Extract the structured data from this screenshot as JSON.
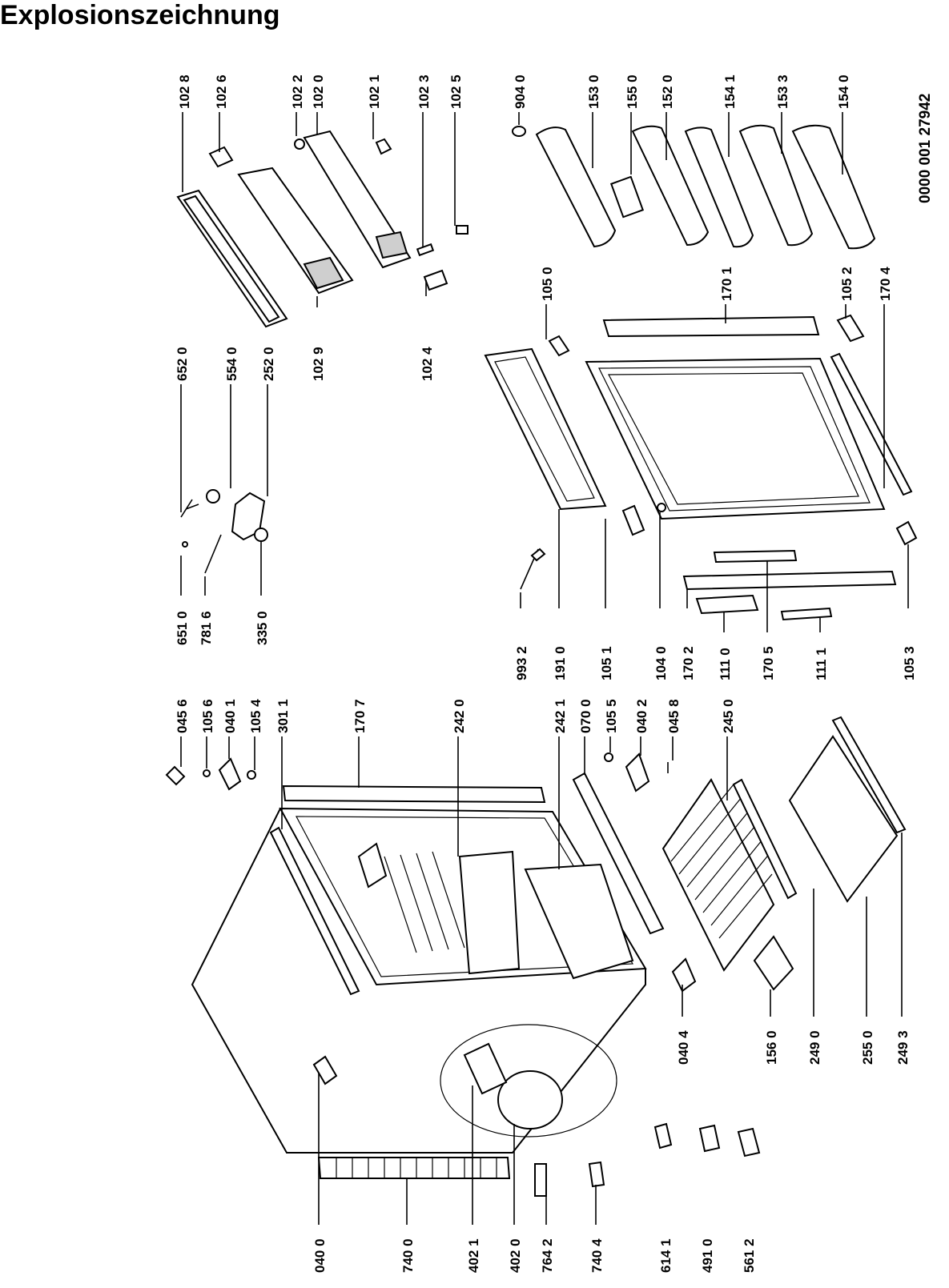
{
  "title": "Explosionszeichnung",
  "document_number": "0000 001 27942",
  "labels": [
    {
      "id": "l1028",
      "text": "102 8"
    },
    {
      "id": "l1026",
      "text": "102 6"
    },
    {
      "id": "l1022",
      "text": "102 2"
    },
    {
      "id": "l1020",
      "text": "102 0"
    },
    {
      "id": "l1021",
      "text": "102 1"
    },
    {
      "id": "l1023",
      "text": "102 3"
    },
    {
      "id": "l1025",
      "text": "102 5"
    },
    {
      "id": "l9040",
      "text": "904 0"
    },
    {
      "id": "l1530",
      "text": "153 0"
    },
    {
      "id": "l1550",
      "text": "155 0"
    },
    {
      "id": "l1520",
      "text": "152 0"
    },
    {
      "id": "l1541",
      "text": "154 1"
    },
    {
      "id": "l1533",
      "text": "153 3"
    },
    {
      "id": "l1540",
      "text": "154 0"
    },
    {
      "id": "l6520",
      "text": "652 0"
    },
    {
      "id": "l5540",
      "text": "554 0"
    },
    {
      "id": "l2520",
      "text": "252 0"
    },
    {
      "id": "l1029",
      "text": "102 9"
    },
    {
      "id": "l1024",
      "text": "102 4"
    },
    {
      "id": "l1050",
      "text": "105 0"
    },
    {
      "id": "l1701",
      "text": "170 1"
    },
    {
      "id": "l1052",
      "text": "105 2"
    },
    {
      "id": "l1704",
      "text": "170 4"
    },
    {
      "id": "l6510",
      "text": "651 0"
    },
    {
      "id": "l7816",
      "text": "781 6"
    },
    {
      "id": "l3350",
      "text": "335 0"
    },
    {
      "id": "l9932",
      "text": "993 2"
    },
    {
      "id": "l1910",
      "text": "191 0"
    },
    {
      "id": "l1051",
      "text": "105 1"
    },
    {
      "id": "l1040",
      "text": "104 0"
    },
    {
      "id": "l1702",
      "text": "170 2"
    },
    {
      "id": "l1110",
      "text": "111 0"
    },
    {
      "id": "l1705",
      "text": "170 5"
    },
    {
      "id": "l1111",
      "text": "111 1"
    },
    {
      "id": "l1053",
      "text": "105 3"
    },
    {
      "id": "l0456",
      "text": "045 6"
    },
    {
      "id": "l1056",
      "text": "105 6"
    },
    {
      "id": "l0401",
      "text": "040 1"
    },
    {
      "id": "l1054",
      "text": "105 4"
    },
    {
      "id": "l3011",
      "text": "301 1"
    },
    {
      "id": "l1707",
      "text": "170 7"
    },
    {
      "id": "l2420",
      "text": "242 0"
    },
    {
      "id": "l2421",
      "text": "242 1"
    },
    {
      "id": "l0700",
      "text": "070 0"
    },
    {
      "id": "l1055",
      "text": "105 5"
    },
    {
      "id": "l0402",
      "text": "040 2"
    },
    {
      "id": "l0458",
      "text": "045 8"
    },
    {
      "id": "l2450",
      "text": "245 0"
    },
    {
      "id": "l0400",
      "text": "040 0"
    },
    {
      "id": "l7400",
      "text": "740 0"
    },
    {
      "id": "l4021",
      "text": "402 1"
    },
    {
      "id": "l4020",
      "text": "402 0"
    },
    {
      "id": "l7642",
      "text": "764 2"
    },
    {
      "id": "l7404",
      "text": "740 4"
    },
    {
      "id": "l6141",
      "text": "614 1"
    },
    {
      "id": "l4910",
      "text": "491 0"
    },
    {
      "id": "l5612",
      "text": "561 2"
    },
    {
      "id": "l0404",
      "text": "040 4"
    },
    {
      "id": "l1560",
      "text": "156 0"
    },
    {
      "id": "l2490",
      "text": "249 0"
    },
    {
      "id": "l2550",
      "text": "255 0"
    },
    {
      "id": "l2493",
      "text": "249 3"
    }
  ]
}
